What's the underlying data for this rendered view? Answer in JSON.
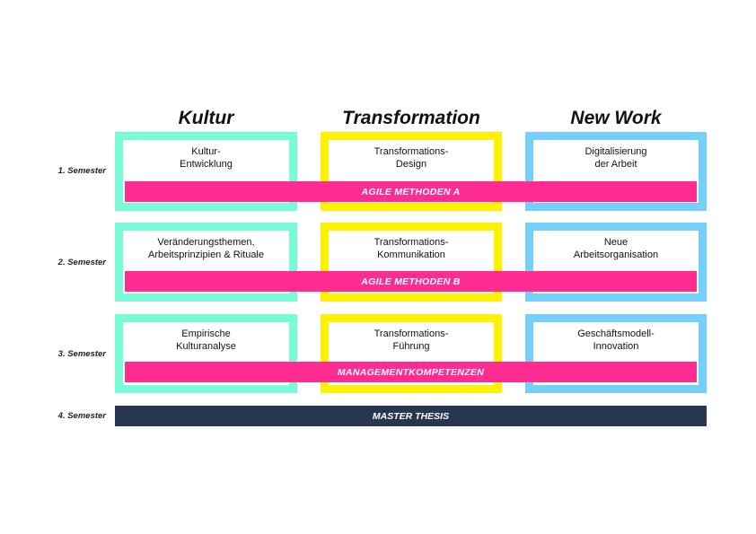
{
  "columns": [
    {
      "title": "Kultur",
      "color": "#79fbd8"
    },
    {
      "title": "Transformation",
      "color": "#fff200"
    },
    {
      "title": "New Work",
      "color": "#74d0fb"
    }
  ],
  "semesters": [
    {
      "label": "1. Semester",
      "courses": [
        "Kultur-\nEntwicklung",
        "Transformations-\nDesign",
        "Digitalisierung\nder Arbeit"
      ],
      "band": "AGILE METHODEN A"
    },
    {
      "label": "2. Semester",
      "courses": [
        "Veränderungsthemen,\nArbeitsprinzipien & Rituale",
        "Transformations-\nKommunikation",
        "Neue\nArbeitsorganisation"
      ],
      "band": "AGILE METHODEN B"
    },
    {
      "label": "3. Semester",
      "courses": [
        "Empirische\nKulturanalyse",
        "Transformations-\nFührung",
        "Geschäftsmodell-\nInnovation"
      ],
      "band": "MANAGEMENTKOMPETENZEN"
    }
  ],
  "thesis": {
    "label": "4. Semester",
    "text": "MASTER THESIS",
    "color": "#283750"
  },
  "band_color": "#ff2d91"
}
